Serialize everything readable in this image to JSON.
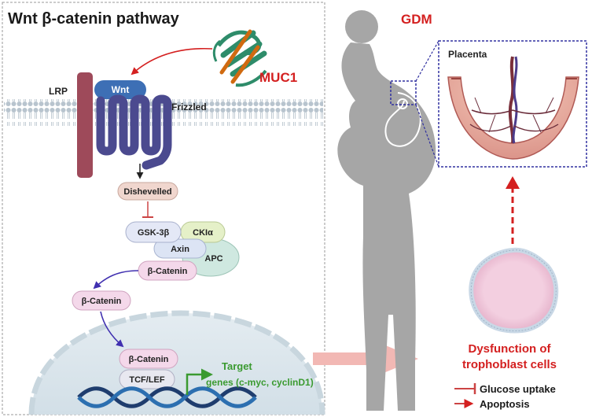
{
  "left_panel": {
    "title": "Wnt β-catenin pathway",
    "labels": {
      "muc1": "MUC1",
      "lrp": "LRP",
      "wnt": "Wnt",
      "frizzled": "Frizzled",
      "dishevelled": "Dishevelled",
      "gsk3b": "GSK-3β",
      "ckia": "CKIα",
      "axin": "Axin",
      "apc": "APC",
      "bcat_complex": "β-Catenin",
      "bcat_free": "β-Catenin",
      "bcat_nucleus": "β-Catenin",
      "tcf_lef": "TCF/LEF",
      "target_line1": "Target",
      "target_line2": "genes (c-myc, cyclinD1)"
    }
  },
  "right_panel": {
    "gdm": "GDM",
    "placenta": "Placenta",
    "dysfunction_line1": "Dysfunction of",
    "dysfunction_line2": "trophoblast cells",
    "effect_1": "Glucose uptake",
    "effect_2": "Apoptosis"
  },
  "colors": {
    "membrane": "#aab8c4",
    "receptor": "#4b4a8f",
    "lrp": "#9e4a5a",
    "wnt": "#3d6fb5",
    "muc1_red": "#d42020",
    "target_green": "#3a9a30",
    "silhouette": "#a6a6a6",
    "placenta_frame": "#3030a0",
    "cell": "#f0c8dc"
  }
}
